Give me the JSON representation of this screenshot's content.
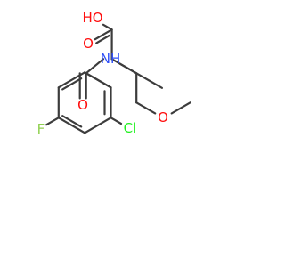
{
  "molecule": {
    "atoms": {
      "oh": {
        "label": "HO",
        "color": "#ff0d0d"
      },
      "carbonyl_o_acid": {
        "label": "O",
        "color": "#ff0d0d"
      },
      "ether_o": {
        "label": "O",
        "color": "#ff0d0d"
      },
      "amide_n": {
        "label": "NH",
        "color": "#3050f8"
      },
      "amide_o": {
        "label": "O",
        "color": "#ff0d0d"
      },
      "fluorine": {
        "label": "F",
        "color": "#90d050"
      },
      "chlorine": {
        "label": "Cl",
        "color": "#1ff01f"
      }
    },
    "colors": {
      "bond": "#3c3c3c",
      "background": "#ffffff"
    }
  }
}
